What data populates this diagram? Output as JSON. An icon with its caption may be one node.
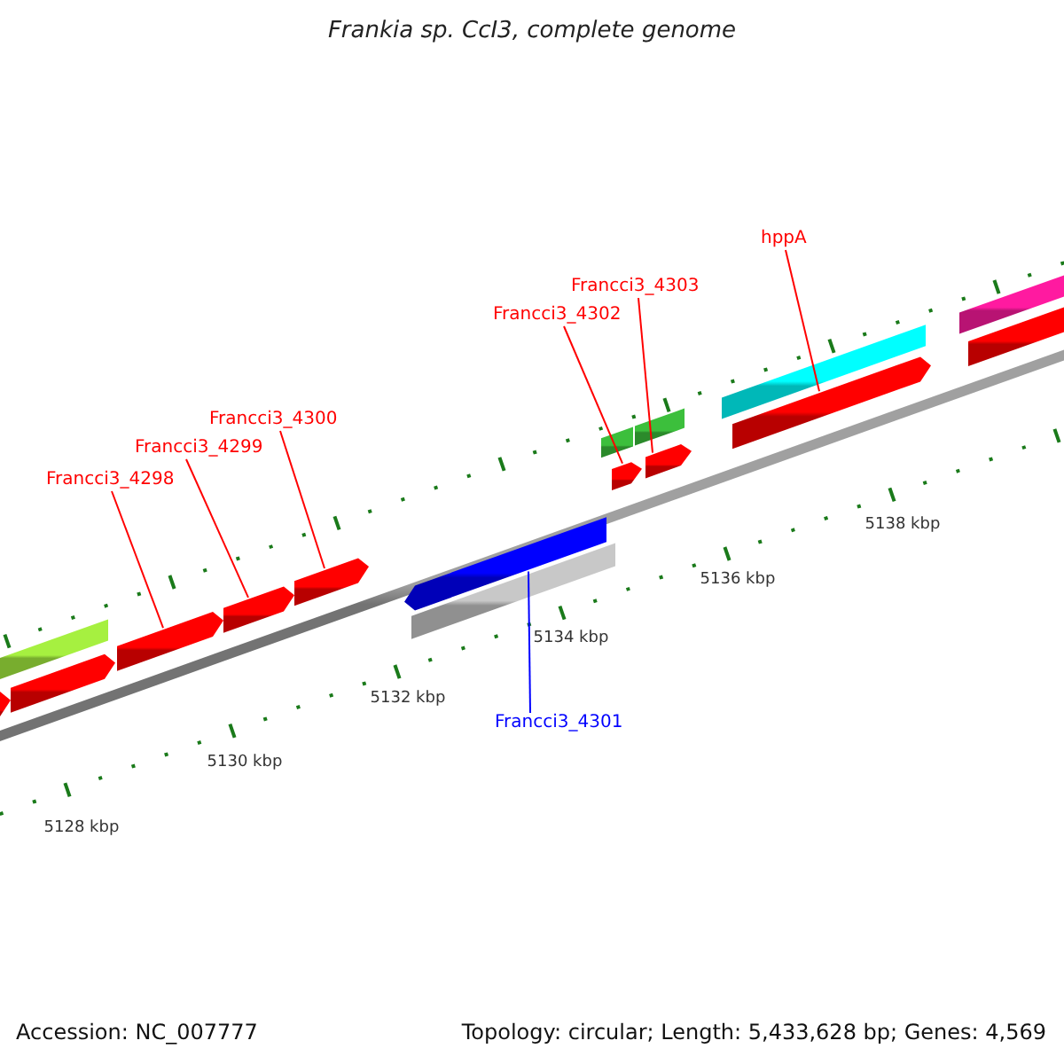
{
  "diagram": {
    "title": "Frankia sp. CcI3, complete genome",
    "nodes": [
      {
        "text": [
          "hppA"
        ]
      },
      {
        "text": [
          "Francci3_4303"
        ]
      },
      {
        "text": [
          "Francci3_4302"
        ]
      },
      {
        "text": [
          "Francci3_4300"
        ]
      },
      {
        "text": [
          "Francci3_4299"
        ]
      },
      {
        "text": [
          "Francci3_4298"
        ]
      },
      {
        "text": [
          "Francci3_4301"
        ]
      },
      {
        "text": [],
        "shape": "arrow"
      },
      {
        "text": [],
        "shape": "bar"
      },
      {
        "text": [],
        "shape": "arrow"
      },
      {
        "text": [],
        "shape": "arrow"
      },
      {
        "text": [],
        "shape": "arrow"
      },
      {
        "text": [],
        "shape": "arrow"
      },
      {
        "text": [],
        "shape": "arrow"
      },
      {
        "text": [],
        "shape": "bar"
      },
      {
        "text": [],
        "shape": "bar"
      },
      {
        "text": [],
        "shape": "arrow"
      },
      {
        "text": [],
        "shape": "bar"
      },
      {
        "text": [],
        "shape": "arrow"
      },
      {
        "text": [],
        "shape": "bar"
      },
      {
        "text": [],
        "shape": "arrow"
      },
      {
        "text": [],
        "shape": "bar"
      },
      {
        "text": [],
        "shape": "arrow"
      }
    ],
    "edges": [
      {
        "from": 5,
        "to": 10,
        "arrow": "none"
      },
      {
        "from": 4,
        "to": 11,
        "arrow": "none"
      },
      {
        "from": 3,
        "to": 12,
        "arrow": "none"
      },
      {
        "from": 6,
        "to": 13,
        "arrow": "none",
        "color": "#0000ff"
      },
      {
        "from": 2,
        "to": 16,
        "arrow": "none"
      },
      {
        "from": 1,
        "to": 18,
        "arrow": "none"
      },
      {
        "from": 0,
        "to": 20,
        "arrow": "none"
      }
    ],
    "labels": [
      "5138 kbp",
      "5136 kbp",
      "5134 kbp",
      "5132 kbp",
      "5130 kbp",
      "5128 kbp",
      "Accession: NC_007777",
      "Topology: circular; Length: 5,433,628 bp; Genes: 4,569"
    ]
  }
}
